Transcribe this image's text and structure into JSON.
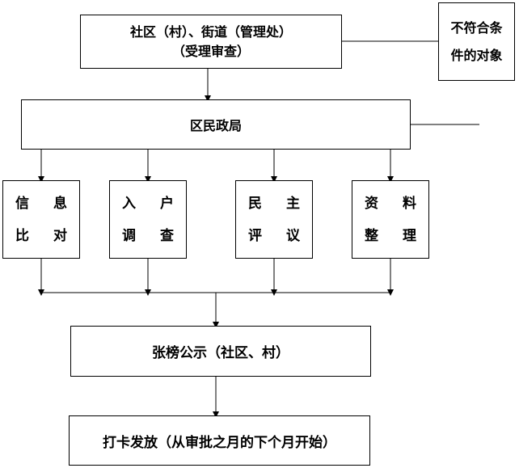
{
  "diagram": {
    "community_office": {
      "line1": "社区（村）、街道（管理处）",
      "line2": "（受理审查）"
    },
    "rejected": {
      "line1": "不符合条",
      "line2": "件的对象"
    },
    "district_bureau": {
      "label": "区民政局"
    },
    "steps": [
      {
        "line1": "信 息",
        "line2": "比 对"
      },
      {
        "line1": "入 户",
        "line2": "调 查"
      },
      {
        "line1": "民 主",
        "line2": "评 议"
      },
      {
        "line1": "资 料",
        "line2": "整 理"
      }
    ],
    "publicity": {
      "label": "张榜公示（社区、村）"
    },
    "payment": {
      "label": "打卡发放（从审批之月的下个月开始）"
    }
  }
}
